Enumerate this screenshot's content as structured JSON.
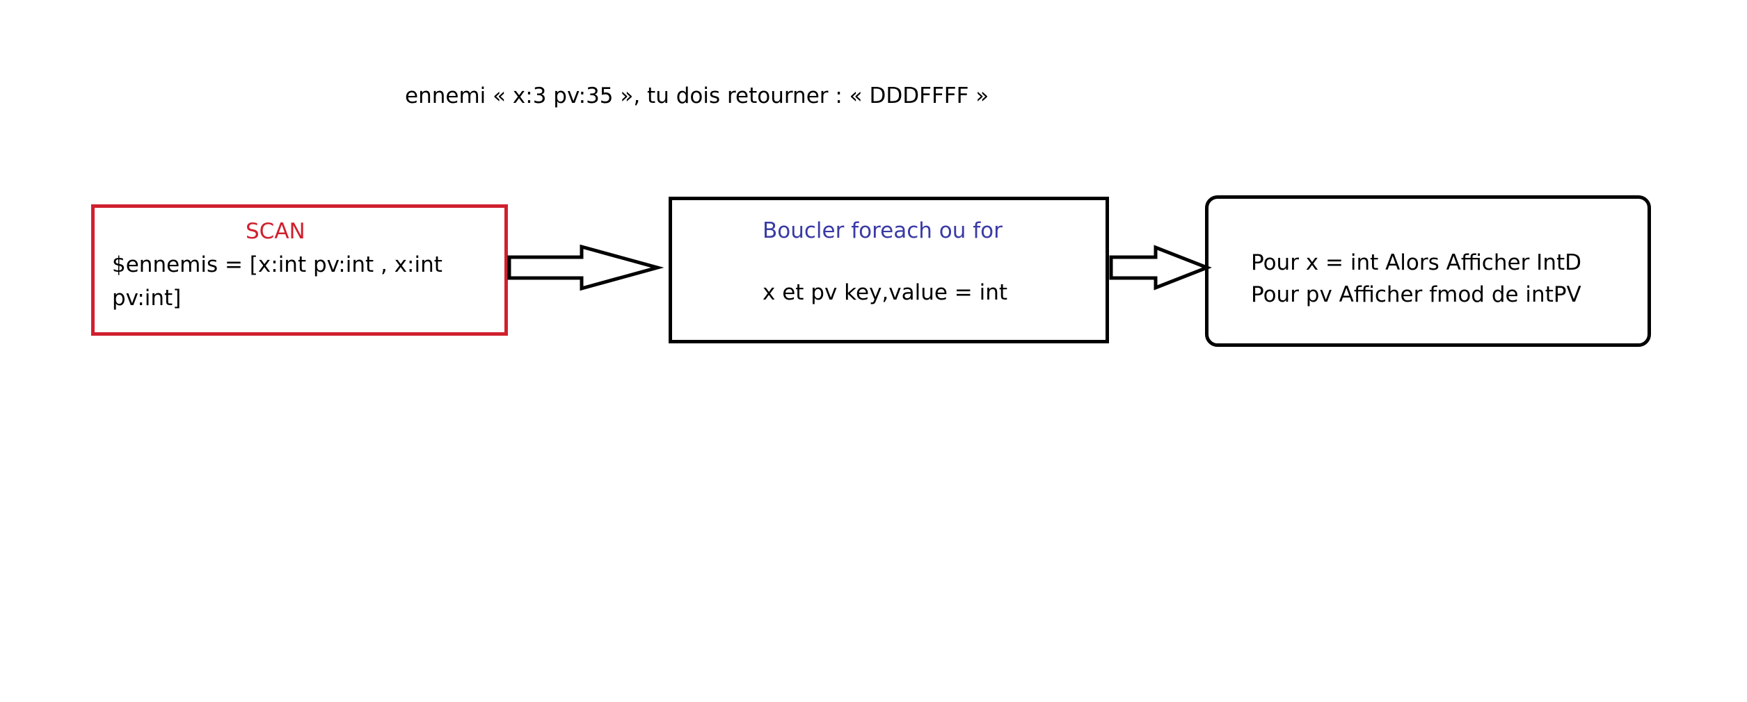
{
  "caption": "ennemi « x:3 pv:35 », tu dois retourner : « DDDFFFF »",
  "nodes": {
    "scan": {
      "title": "SCAN",
      "line1": "$ennemis = [x:int pv:int , x:int",
      "line2": "pv:int]"
    },
    "loop": {
      "title": "Boucler foreach ou for",
      "body": "x et pv key,value = int"
    },
    "output": {
      "line1": "Pour x = int Alors Afficher IntD",
      "line2": "Pour pv Afficher fmod de intPV"
    }
  },
  "edges": [
    {
      "from": "scan",
      "to": "loop"
    },
    {
      "from": "loop",
      "to": "output"
    }
  ],
  "colors": {
    "scan_border": "#d0202f",
    "scan_title": "#d0202f",
    "loop_title": "#3a3aa6",
    "default_border": "#000000"
  }
}
